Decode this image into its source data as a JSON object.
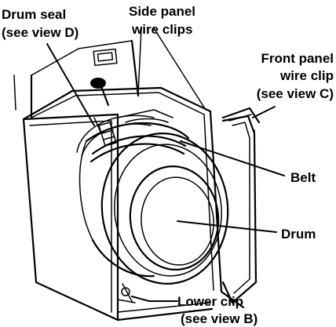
{
  "labels": {
    "drum_seal_line1": "Drum seal",
    "drum_seal_line2": "(see view D)",
    "side_panel_line1": "Side panel",
    "side_panel_line2": "wire clips",
    "front_panel_line1": "Front panel",
    "front_panel_line2": "wire clip",
    "front_panel_line3": "(see view C)",
    "belt": "Belt",
    "drum": "Drum",
    "lower_clip_line1": "Lower clip",
    "lower_clip_line2": "(see view B)"
  }
}
